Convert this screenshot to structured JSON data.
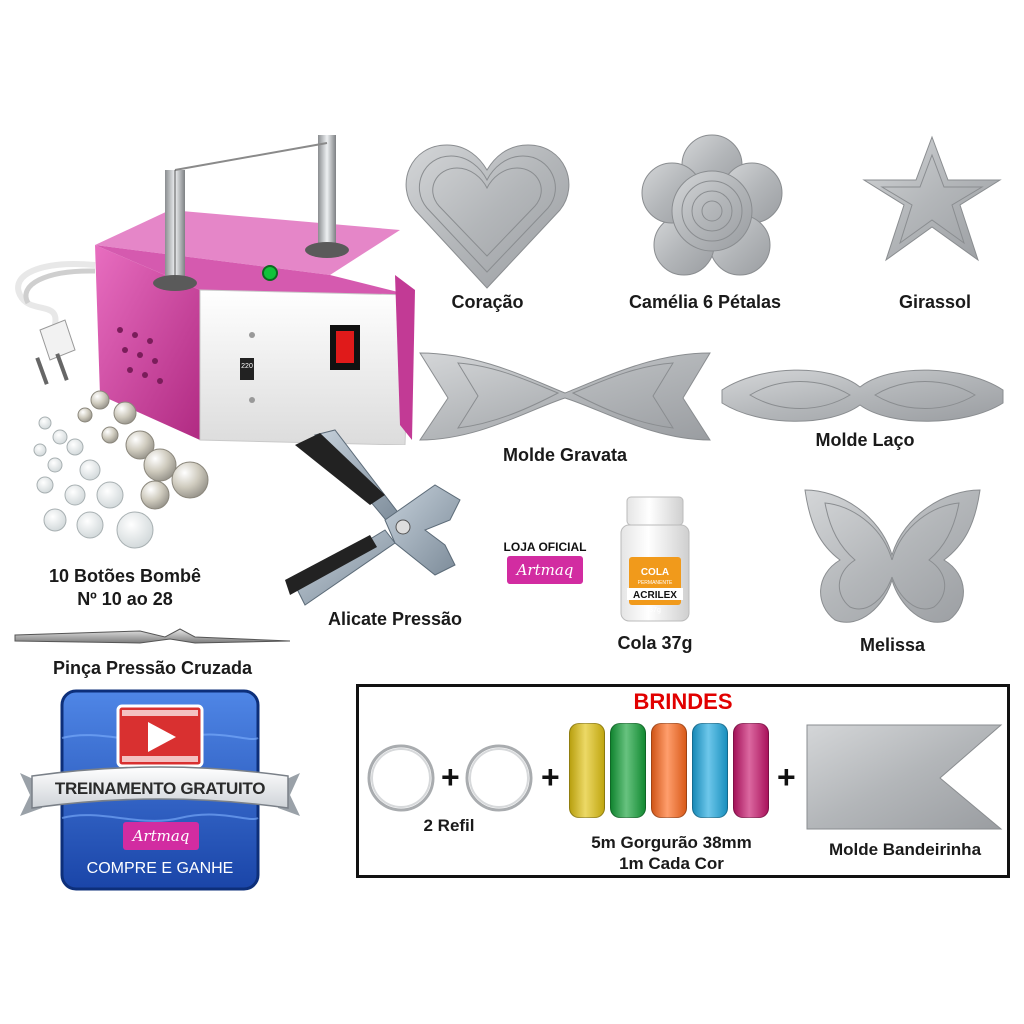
{
  "products": {
    "coracao": "Coração",
    "camelia": "Camélia 6 Pétalas",
    "girassol": "Girassol",
    "gravata": "Molde Gravata",
    "laco": "Molde Laço",
    "botoes_line1": "10 Botões Bombê",
    "botoes_line2": "Nº 10 ao 28",
    "alicate": "Alicate Pressão",
    "cola": "Cola 37g",
    "melissa": "Melissa",
    "pinca": "Pinça Pressão Cruzada"
  },
  "machine": {
    "voltage_label": "220"
  },
  "store": {
    "label": "LOJA OFICIAL",
    "brand": "Artmaq"
  },
  "glue_jar": {
    "label_line1": "COLA",
    "label_line2": "PERMANENTE",
    "brand": "ACRILEX",
    "weight": "37g"
  },
  "training_badge": {
    "title": "TREINAMENTO GRATUITO",
    "brand": "Artmaq",
    "cta": "COMPRE E GANHE"
  },
  "gifts": {
    "title": "BRINDES",
    "plus": "+",
    "refil_label": "2 Refil",
    "ribbon_line1": "5m Gorgurão 38mm",
    "ribbon_line2": "1m Cada Cor",
    "bandeirinha_label": "Molde Bandeirinha",
    "ribbon_colors": [
      "#e2c414",
      "#16a23b",
      "#ff6a1e",
      "#1fa9e0",
      "#c8176d"
    ]
  },
  "colors": {
    "machine_pink": "#d43d9f",
    "steel": "#b9bcc0",
    "gift_title": "#e10000",
    "badge_blue": "#1f5fd0"
  }
}
